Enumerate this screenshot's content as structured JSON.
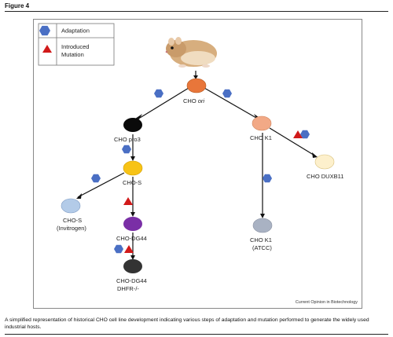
{
  "figure_label": "Figure 4",
  "legend": {
    "adaptation": "Adaptation",
    "mutation_line1": "Introduced",
    "mutation_line2": "Mutation"
  },
  "nodes": {
    "ori_prefix": "CHO ",
    "ori_italic": "ori",
    "pro3": "CHO pro3",
    "k1": "CHO  K1",
    "chos": "CHO-S",
    "chos_inv_1": "CHO-S",
    "chos_inv_2": "(Invitrogen)",
    "duxb11": "CHO DUXB11",
    "dg44": "CHO-DG44",
    "k1atcc_1": "CHO  K1",
    "k1atcc_2": "(ATCC)",
    "dg44dhfr_1": "CHO-DG44",
    "dg44dhfr_2": "DHFR-/-"
  },
  "credit": "Current Opinion in Biotechnology",
  "caption": "A simplified representation of historical CHO cell line development indicating various steps of adaptation and mutation performed to generate the widely used industrial hosts.",
  "colors": {
    "ori": "#e8763a",
    "pro3": "#0a0a0a",
    "k1": "#f2a986",
    "chos": "#f7c316",
    "chos_inv": "#b3cbe8",
    "duxb11": "#fdf0cc",
    "dg44": "#7a2fa6",
    "k1atcc": "#a9b2c3",
    "dg44dhfr": "#333333",
    "hexagon": "#4a6fc4",
    "triangle": "#d11a1a"
  }
}
